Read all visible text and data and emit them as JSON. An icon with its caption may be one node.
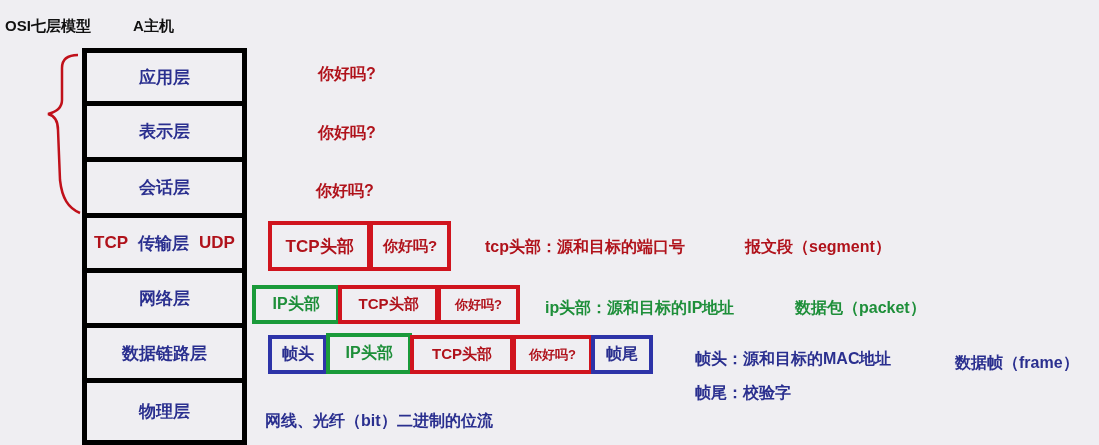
{
  "diagram": {
    "title": "OSI七层模型",
    "nodes": [
      {
        "text": [
          "应用层"
        ]
      },
      {
        "text": [
          "表示层"
        ]
      },
      {
        "text": [
          "会话层"
        ]
      },
      {
        "text": [
          "TCP",
          "传输层",
          "UDP"
        ]
      },
      {
        "text": [
          "网络层"
        ]
      },
      {
        "text": [
          "数据链路层"
        ]
      },
      {
        "text": [
          "物理层"
        ]
      },
      {
        "text": [
          "TCP头部"
        ]
      },
      {
        "text": [
          "你好吗?"
        ]
      },
      {
        "text": [
          "IP头部"
        ]
      },
      {
        "text": [
          "TCP头部"
        ]
      },
      {
        "text": [
          "你好吗?"
        ]
      },
      {
        "text": [
          "帧头"
        ]
      },
      {
        "text": [
          "IP头部"
        ]
      },
      {
        "text": [
          "TCP头部"
        ]
      },
      {
        "text": [
          "你好吗?"
        ]
      },
      {
        "text": [
          "帧尾"
        ]
      }
    ],
    "labels": [
      "A主机",
      "你好吗?",
      "你好吗?",
      "你好吗?",
      "tcp头部：源和目标的端口号",
      "报文段（segment）",
      "ip头部：源和目标的IP地址",
      "数据包（packet）",
      "帧头：源和目标的MAC地址",
      "数据帧（frame）",
      "帧尾：校验字",
      "网线、光纤（bit）二进制的位流"
    ]
  }
}
